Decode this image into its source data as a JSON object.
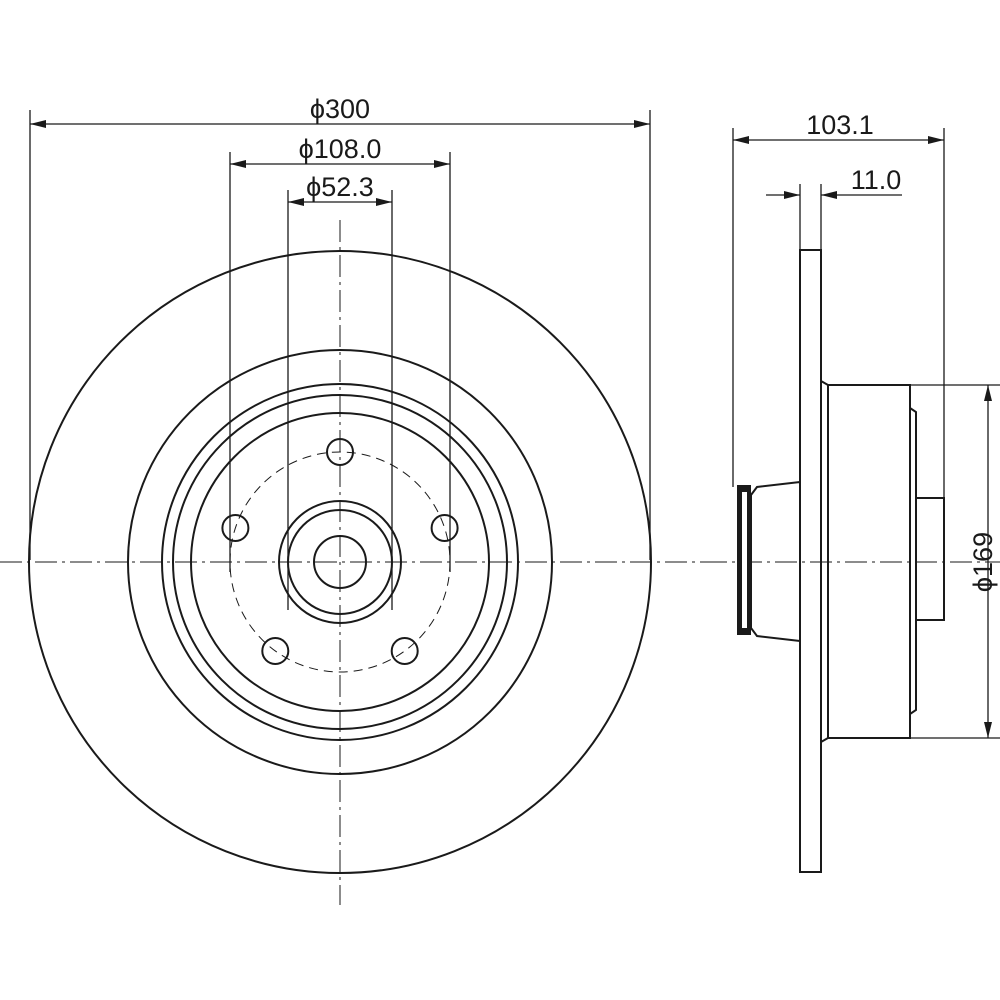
{
  "dimensions": {
    "outer_diameter": "ϕ300",
    "pcd": "ϕ108.0",
    "center_bore": "ϕ52.3",
    "overall_height": "103.1",
    "disc_thickness": "11.0",
    "hub_diameter": "ϕ169"
  },
  "stud_hole_count": 5
}
